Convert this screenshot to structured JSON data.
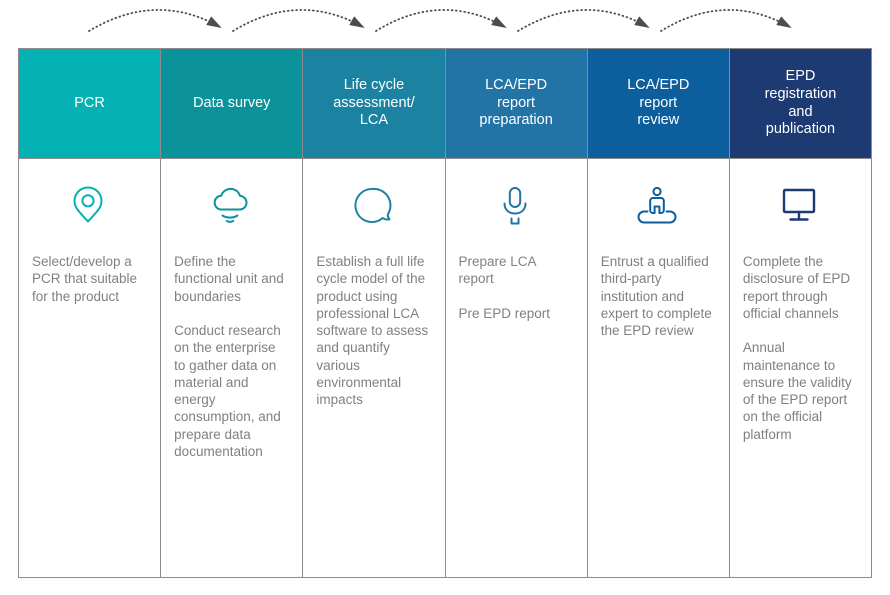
{
  "colors": {
    "arrow": "#4d4d4d",
    "border": "#8c8c8c",
    "header_text": "#ffffff",
    "body_text": "#808080"
  },
  "steps": [
    {
      "label": [
        "PCR"
      ],
      "color": "#04b2b4",
      "icon": "location-pin-icon",
      "body": [
        "Select/develop a PCR that suitable for the product"
      ]
    },
    {
      "label": [
        "Data survey"
      ],
      "color": "#0b929b",
      "icon": "cloud-signal-icon",
      "body": [
        "Define the functional unit and boundaries",
        "",
        "Conduct research on the enterprise to gather data on material and energy consumption, and prepare data documentation"
      ]
    },
    {
      "label": [
        "Life cycle",
        "assessment/",
        "LCA"
      ],
      "color": "#1b82a2",
      "icon": "speech-bubble-icon",
      "body": [
        "Establish a full life cycle model of the product using professional LCA software to assess and quantify various environmental impacts"
      ]
    },
    {
      "label": [
        "LCA/EPD",
        "report",
        "preparation"
      ],
      "color": "#2374a6",
      "icon": "microphone-icon",
      "body": [
        "Prepare LCA report",
        "",
        "Pre EPD report"
      ]
    },
    {
      "label": [
        "LCA/EPD",
        "report",
        "review"
      ],
      "color": "#0d5e9c",
      "icon": "person-podium-icon",
      "body": [
        "Entrust a qualified third-party institution and expert to complete the EPD review"
      ]
    },
    {
      "label": [
        "EPD",
        "registration",
        "and",
        "publication"
      ],
      "color": "#1d3a72",
      "icon": "monitor-icon",
      "body": [
        "Complete the disclosure of EPD report through official channels",
        "",
        "Annual maintenance to ensure the validity of the EPD report on the official platform"
      ]
    }
  ]
}
